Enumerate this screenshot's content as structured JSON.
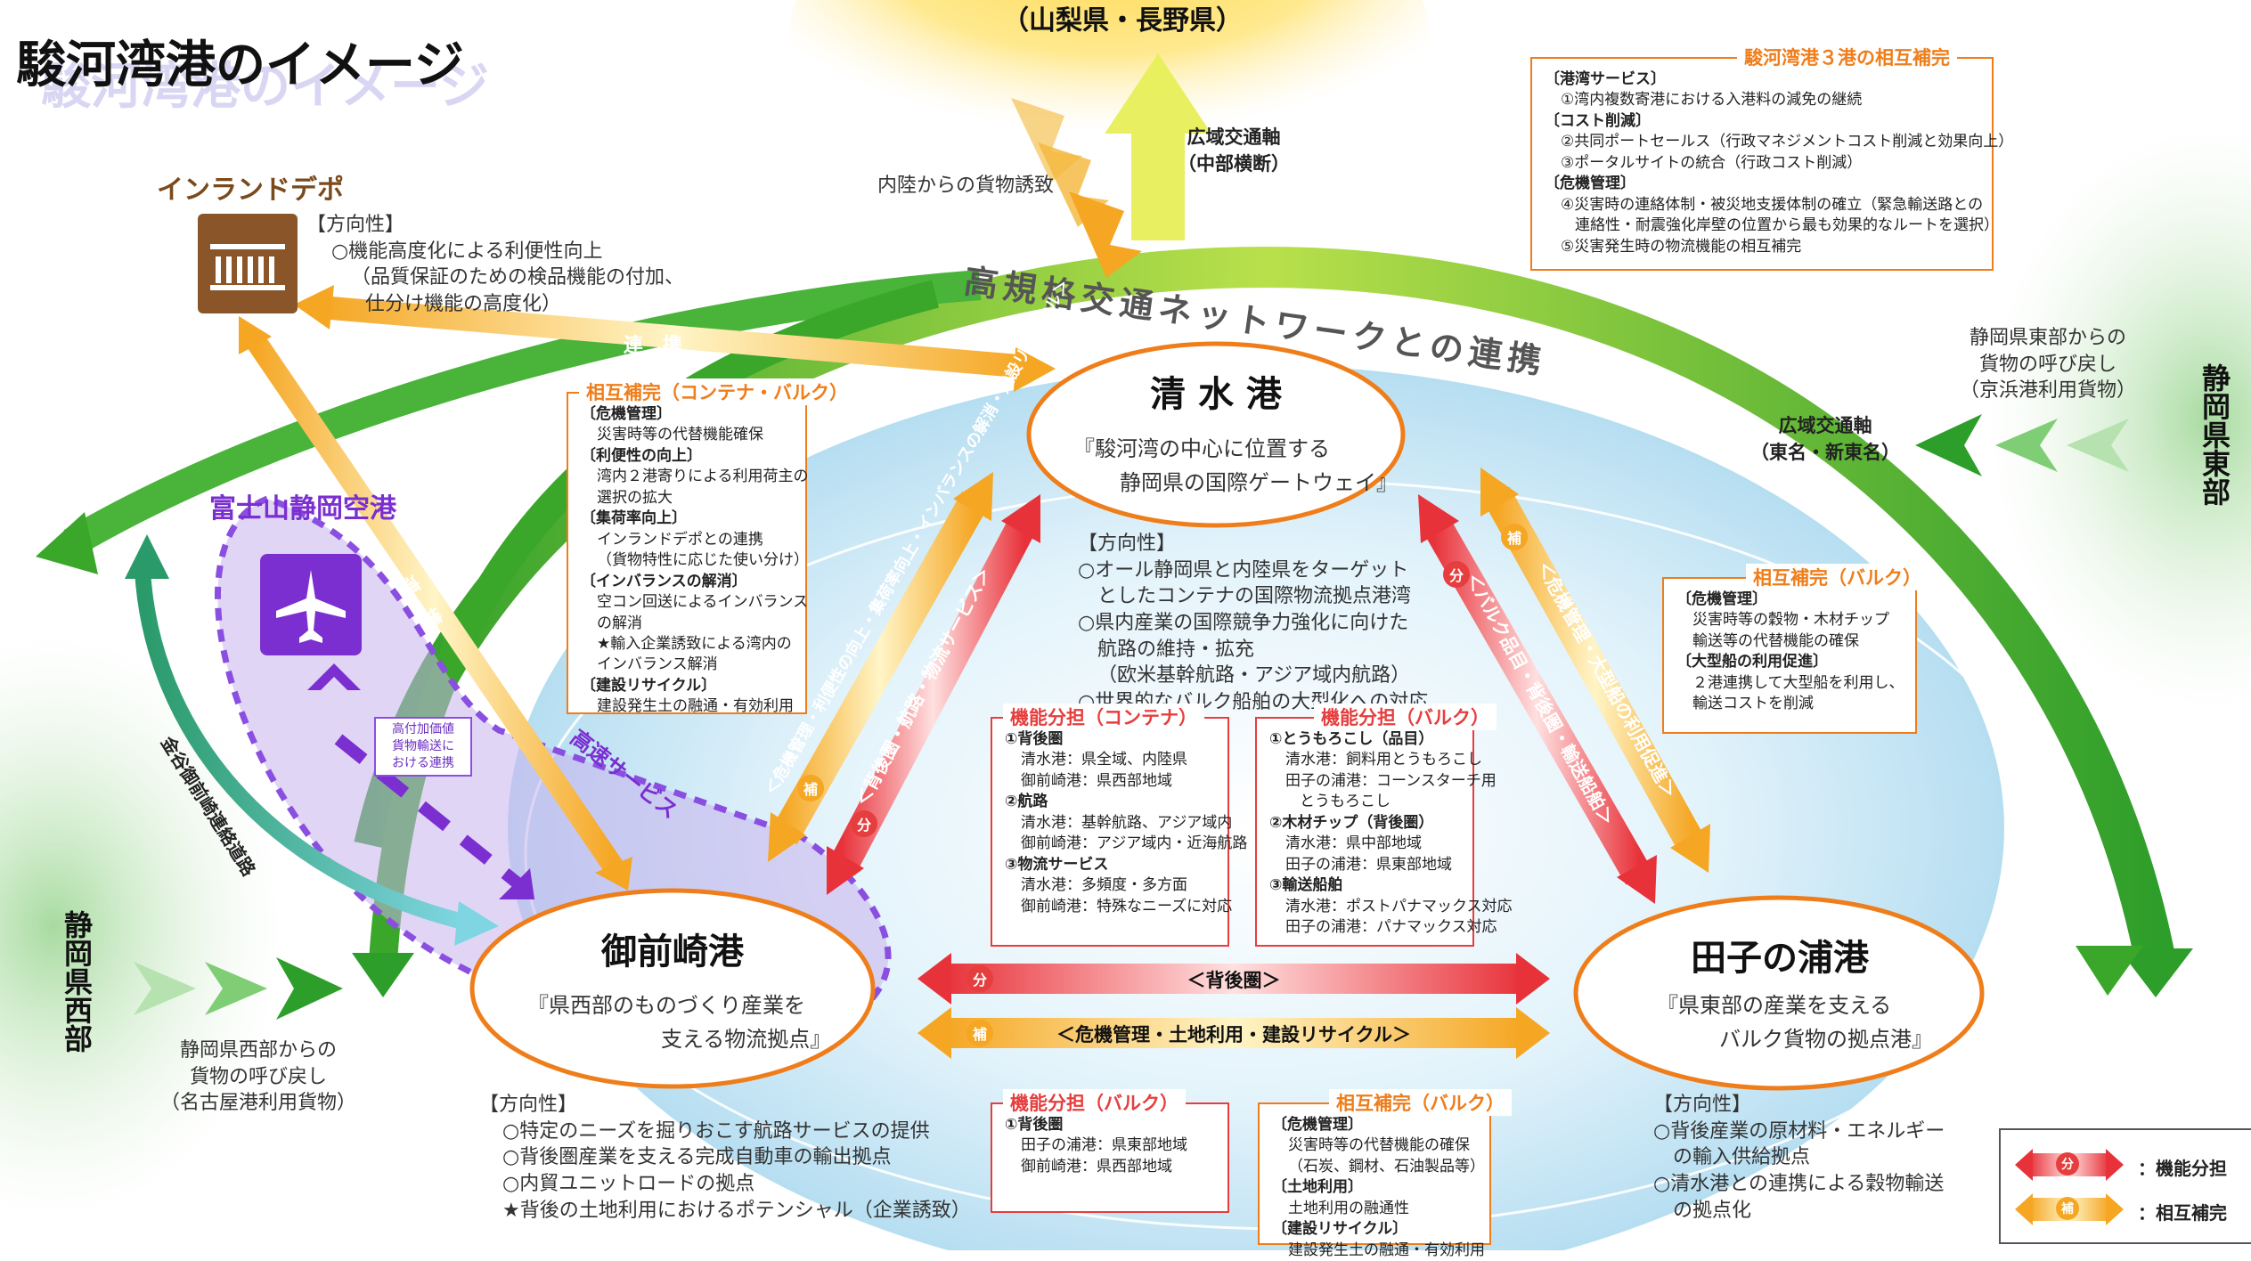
{
  "title": "駿河湾港のイメージ",
  "regions": {
    "yamanashi": "（山梨県・長野県）",
    "east": "静岡県東部",
    "west": "静岡県西部"
  },
  "axes": {
    "chubu": {
      "line1": "広域交通軸",
      "line2": "（中部横断）"
    },
    "tomei": {
      "line1": "広域交通軸",
      "line2": "（東名・新東名）"
    },
    "network": "高規格交通ネットワークとの連携",
    "inland_cargo": "内陸からの貨物誘致",
    "east_return": {
      "line1": "静岡県東部からの",
      "line2": "貨物の呼び戻し",
      "line3": "（京浜港利用貨物）"
    },
    "west_return": {
      "line1": "静岡県西部からの",
      "line2": "貨物の呼び戻し",
      "line3": "（名古屋港利用貨物）"
    },
    "kanaya": "金谷御前崎連絡道路",
    "renkei1": "連　携",
    "renkei2": "連　携",
    "kousoku": "高速サービス"
  },
  "inland_depot": {
    "name": "インランドデポ",
    "heading": "【方向性】",
    "line1": "○機能高度化による利便性向上",
    "line2": "（品質保証のための検品機能の付加、",
    "line3": "仕分け機能の高度化）"
  },
  "airport": {
    "name": "富士山静岡空港",
    "note_line1": "高付加価値",
    "note_line2": "貨物輸送に",
    "note_line3": "おける連携"
  },
  "three_ports_box": {
    "title": "駿河湾港３港の相互補完",
    "lines": [
      "〔港湾サービス〕",
      "①湾内複数寄港における入港料の減免の継続",
      "〔コスト削減〕",
      "②共同ポートセールス（行政マネジメントコスト削減と効果向上）",
      "③ポータルサイトの統合（行政コスト削減）",
      "〔危機管理〕",
      "④災害時の連絡体制・被災地支援体制の確立（緊急輸送路との",
      "連絡性・耐震強化岸壁の位置から最も効果的なルートを選択）",
      "⑤災害発生時の物流機能の相互補完"
    ]
  },
  "shimizu": {
    "name": "清 水 港",
    "sub1": "『駿河湾の中心に位置する",
    "sub2": "静岡県の国際ゲートウェイ』",
    "heading": "【方向性】",
    "lines": [
      "○オール静岡県と内陸県をターゲット",
      "としたコンテナの国際物流拠点港湾",
      "○県内産業の国際競争力強化に向けた",
      "航路の維持・拡充",
      "（欧米基幹航路・アジア域内航路）",
      "○世界的なバルク船舶の大型化への対応"
    ]
  },
  "omaezaki": {
    "name": "御前崎港",
    "sub1": "『県西部のものづくり産業を",
    "sub2": "支える物流拠点』",
    "heading": "【方向性】",
    "lines": [
      "○特定のニーズを掘りおこす航路サービスの提供",
      "○背後圏産業を支える完成自動車の輸出拠点",
      "○内貿ユニットロードの拠点",
      "★背後の土地利用におけるポテンシャル（企業誘致）"
    ]
  },
  "tagonoura": {
    "name": "田子の浦港",
    "sub1": "『県東部の産業を支える",
    "sub2": "バルク貨物の拠点港』",
    "heading": "【方向性】",
    "lines": [
      "○背後産業の原材料・エネルギー",
      "の輸入供給拠点",
      "○清水港との連携による穀物輸送",
      "の拠点化"
    ]
  },
  "box_mutual_container": {
    "title": "相互補完（コンテナ・バルク）",
    "lines": [
      "〔危機管理〕",
      "災害時等の代替機能確保",
      "〔利便性の向上〕",
      "湾内２港寄りによる利用荷主の",
      "選択の拡大",
      "〔集荷率向上〕",
      "インランドデポとの連携",
      "（貨物特性に応じた使い分け）",
      "〔インバランスの解消〕",
      "空コン回送によるインバランス",
      "の解消",
      "★輸入企業誘致による湾内の",
      "インバランス解消",
      "〔建設リサイクル〕",
      "建設発生土の融通・有効利用"
    ]
  },
  "box_func_container": {
    "title": "機能分担（コンテナ）",
    "lines": [
      "①背後圏",
      "清水港：県全域、内陸県",
      "御前崎港：県西部地域",
      "②航路",
      "清水港：基幹航路、アジア域内",
      "御前崎港：アジア域内・近海航路",
      "③物流サービス",
      "清水港：多頻度・多方面",
      "御前崎港：特殊なニーズに対応"
    ]
  },
  "box_func_bulk_top": {
    "title": "機能分担（バルク）",
    "lines": [
      "①とうもろこし（品目）",
      "清水港：飼料用とうもろこし",
      "田子の浦港：コーンスターチ用",
      "とうもろこし",
      "②木材チップ（背後圏）",
      "清水港：県中部地域",
      "田子の浦港：県東部地域",
      "③輸送船舶",
      "清水港：ポストパナマックス対応",
      "田子の浦港：パナマックス対応"
    ]
  },
  "box_mutual_bulk_right": {
    "title": "相互補完（バルク）",
    "lines": [
      "〔危機管理〕",
      "災害時等の穀物・木材チップ",
      "輸送等の代替機能の確保",
      "〔大型船の利用促進〕",
      "２港連携して大型船を利用し、",
      "輸送コストを削減"
    ]
  },
  "box_func_bulk_bottom": {
    "title": "機能分担（バルク）",
    "lines": [
      "①背後圏",
      "田子の浦港：県東部地域",
      "御前崎港：県西部地域"
    ]
  },
  "box_mutual_bulk_bottom": {
    "title": "相互補完（バルク）",
    "lines": [
      "〔危機管理〕",
      "災害時等の代替機能の確保",
      "（石炭、鋼材、石油製品等）",
      "〔土地利用〕",
      "土地利用の融通性",
      "〔建設リサイクル〕",
      "建設発生土の融通・有効利用"
    ]
  },
  "arrows": {
    "sm_mutual": "＜危機管理・利便性の向上・集荷率向上・インバランスの解消・建設リサイクル＞",
    "sm_func": "＜背後圏・航路・物流サービス＞",
    "st_mutual": "＜危機管理・大型船の利用促進＞",
    "st_func": "＜バルク品目・背後圏・輸送船舶＞",
    "ot_func": "＜背後圏＞",
    "ot_mutual": "＜危機管理・土地利用・建設リサイクル＞"
  },
  "badges": {
    "bun": "分",
    "ho": "補"
  },
  "legend": {
    "func": "：機能分担",
    "mutual": "：相互補完"
  },
  "colors": {
    "green": "#3aa62a",
    "orange": "#f39c12",
    "red": "#e84545",
    "purple": "#7b2fd0",
    "port_border": "#ef7d1a",
    "sea": "#cfeaf7"
  }
}
